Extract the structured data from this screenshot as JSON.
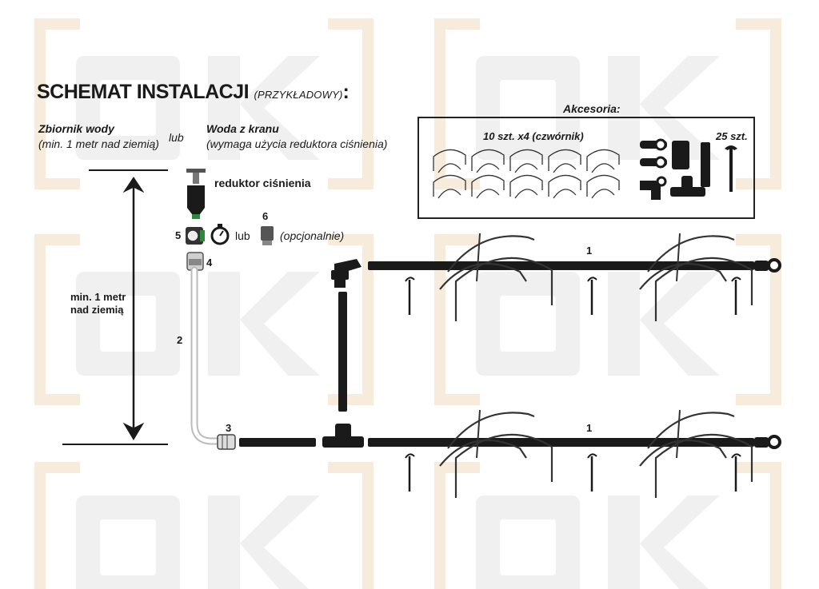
{
  "title": {
    "main": "SCHEMAT INSTALACJI",
    "sub": "(PRZYKŁADOWY)",
    "colon": ":"
  },
  "sources": {
    "tank_title": "Zbiornik wody",
    "tank_note": "(min. 1 metr nad ziemią)",
    "or_label": "lub",
    "tap_title": "Woda z kranu",
    "tap_note": "(wymaga użycia reduktora ciśnienia)"
  },
  "accessories": {
    "title": "Akcesoria:",
    "stakes_label": "10 szt. x4 (czwórnik)",
    "pegs_label": "25 szt."
  },
  "components": {
    "reducer": "reduktor ciśnienia",
    "n5": "5",
    "or_label": "lub",
    "n6": "6",
    "optional": "(opcjonalnie)",
    "n4": "4",
    "n2": "2",
    "n3": "3",
    "line1_top": "1",
    "line1_bottom": "1"
  },
  "height": {
    "line1": "min. 1 metr",
    "line2": "nad ziemią"
  },
  "colors": {
    "pipe": "#1a1a1a",
    "watermark": "#f6ead9",
    "watermark_text": "#ececec"
  }
}
